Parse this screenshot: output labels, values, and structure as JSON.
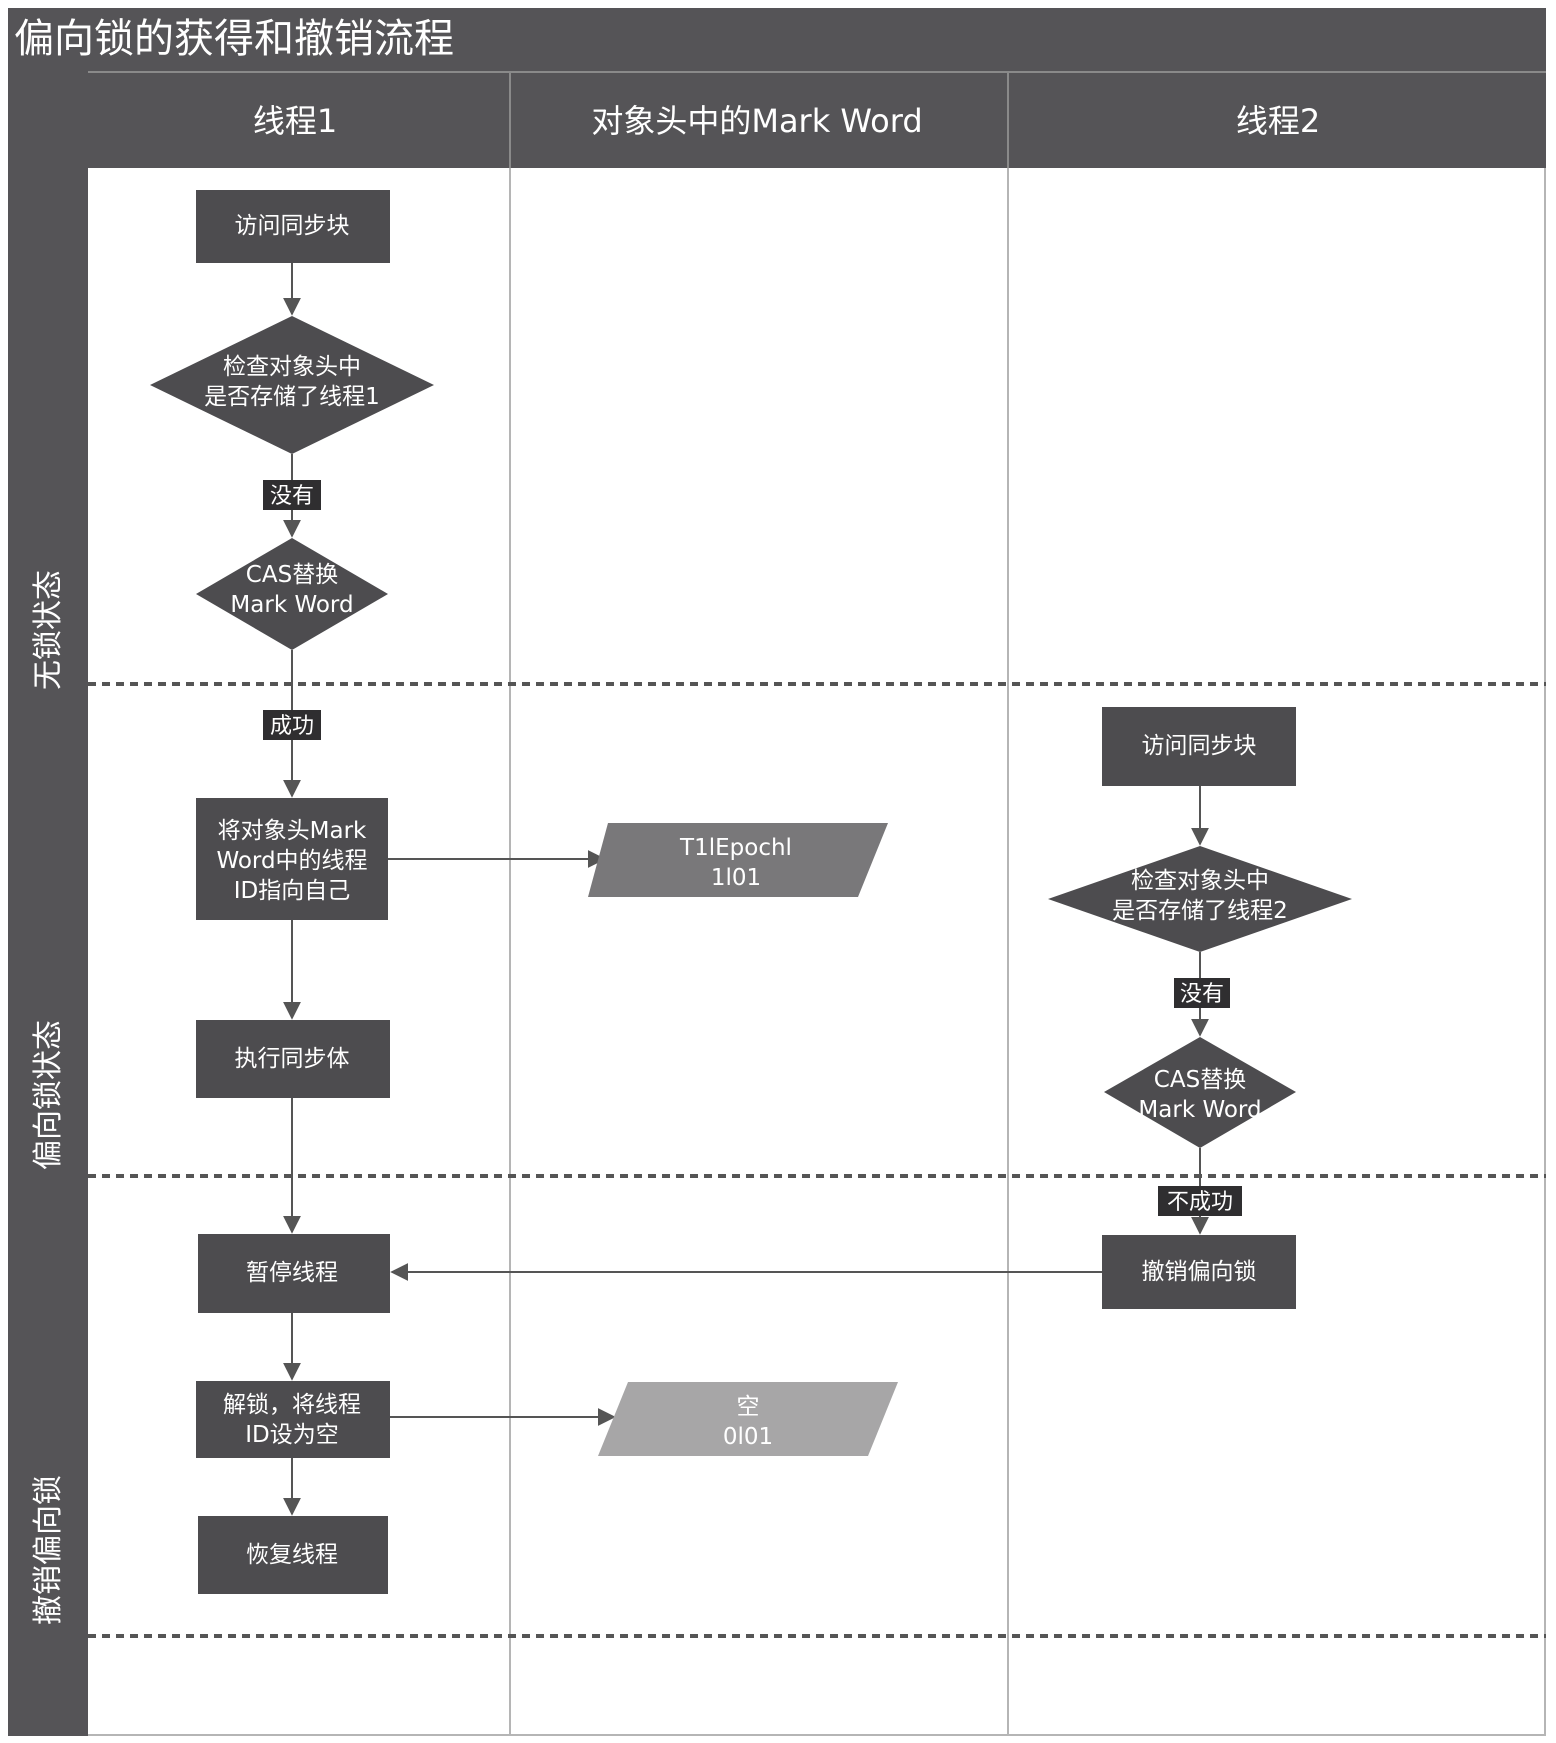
{
  "title": "偏向锁的获得和撤销流程",
  "columns": [
    "线程1",
    "对象头中的Mark Word",
    "线程2"
  ],
  "states": [
    "无锁状态",
    "偏向锁状态",
    "撤销偏向锁"
  ],
  "colors": {
    "header_bg": "#555457",
    "node_fill": "#4d4c4f",
    "para_fill_dark": "#79787a",
    "para_fill_light": "#a7a6a7",
    "label_bg": "#2f2e30",
    "divider": "#555555",
    "grid": "#b5b5b5"
  },
  "nodes": {
    "t1_access": "访问同步块",
    "t1_check": [
      "检查对象头中",
      "是否存储了线程1"
    ],
    "t1_cas": [
      "CAS替换",
      "Mark Word"
    ],
    "t1_set": [
      "将对象头Mark",
      "Word中的线程",
      "ID指向自己"
    ],
    "t1_exec": "执行同步体",
    "t1_pause": "暂停线程",
    "t1_unlock": [
      "解锁，将线程",
      "ID设为空"
    ],
    "t1_resume": "恢复线程",
    "mw_biased": [
      "T1lEpochl",
      "1l01"
    ],
    "mw_empty": [
      "空",
      "0l01"
    ],
    "t2_access": "访问同步块",
    "t2_check": [
      "检查对象头中",
      "是否存储了线程2"
    ],
    "t2_cas": [
      "CAS替换",
      "Mark Word"
    ],
    "t2_revoke": "撤销偏向锁"
  },
  "edge_labels": {
    "t1_no": "没有",
    "t1_success": "成功",
    "t2_no": "没有",
    "t2_fail": "不成功"
  }
}
